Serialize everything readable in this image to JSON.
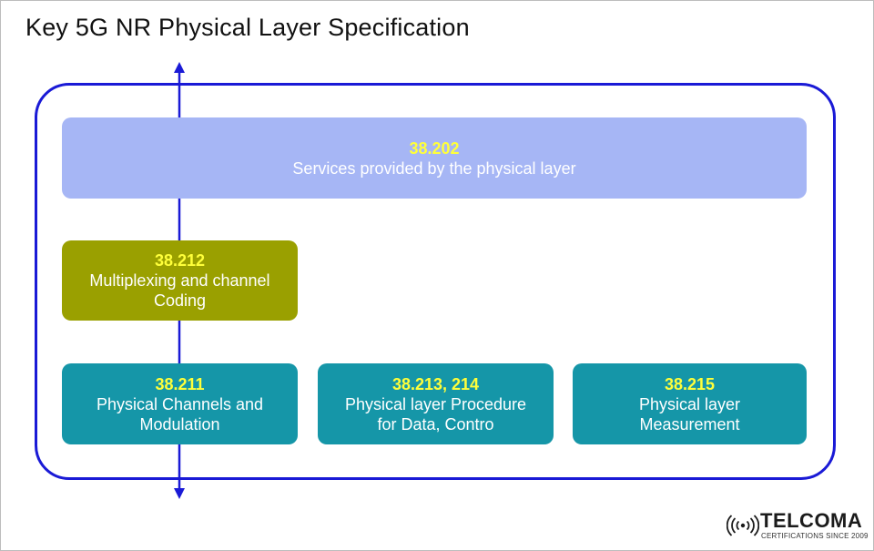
{
  "title": "Key 5G NR Physical Layer Specification",
  "colors": {
    "border": "#1a1ad6",
    "arrow": "#1a1ad6",
    "top_box": "#a6b6f5",
    "mid_box": "#9aa000",
    "bottom_box": "#1596a8",
    "code_text": "#ffff3a",
    "desc_text": "#ffffff"
  },
  "boxes": {
    "services": {
      "code": "38.202",
      "desc": "Services provided by the physical layer"
    },
    "multiplexing": {
      "code": "38.212",
      "desc": "Multiplexing and channel\nCoding"
    },
    "channels": {
      "code": "38.211",
      "desc": "Physical Channels and\nModulation"
    },
    "procedure": {
      "code": "38.213, 214",
      "desc": "Physical layer Procedure\nfor Data, Contro"
    },
    "measurement": {
      "code": "38.215",
      "desc": "Physical layer\nMeasurement"
    }
  },
  "logo": {
    "name": "TELCOMA",
    "tagline": "CERTIFICATIONS SINCE 2009",
    "icon": "signal-waves-icon"
  }
}
